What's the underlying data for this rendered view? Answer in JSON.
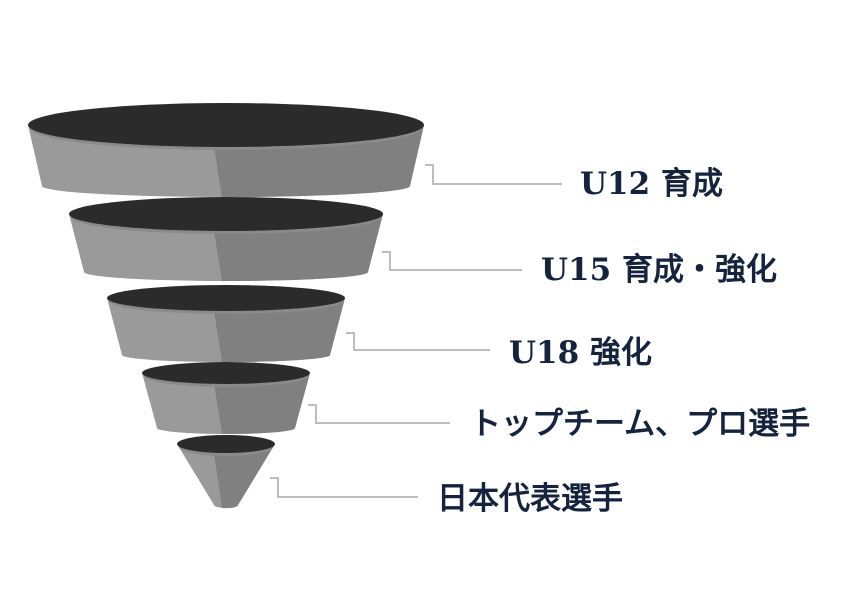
{
  "funnel": {
    "levels": [
      {
        "label": "U12 育成"
      },
      {
        "label": "U15 育成・強化"
      },
      {
        "label": "U18 強化"
      },
      {
        "label": "トップチーム、プロ選手"
      },
      {
        "label": "日本代表選手"
      }
    ]
  },
  "colors": {
    "label_text": "#15233f",
    "body_light": "#9a9a9a",
    "body_mid": "#8a8a8a",
    "body_dark": "#7b7b7b",
    "top_dark": "#2b2b2b",
    "leader_line": "#bdbdbd"
  }
}
